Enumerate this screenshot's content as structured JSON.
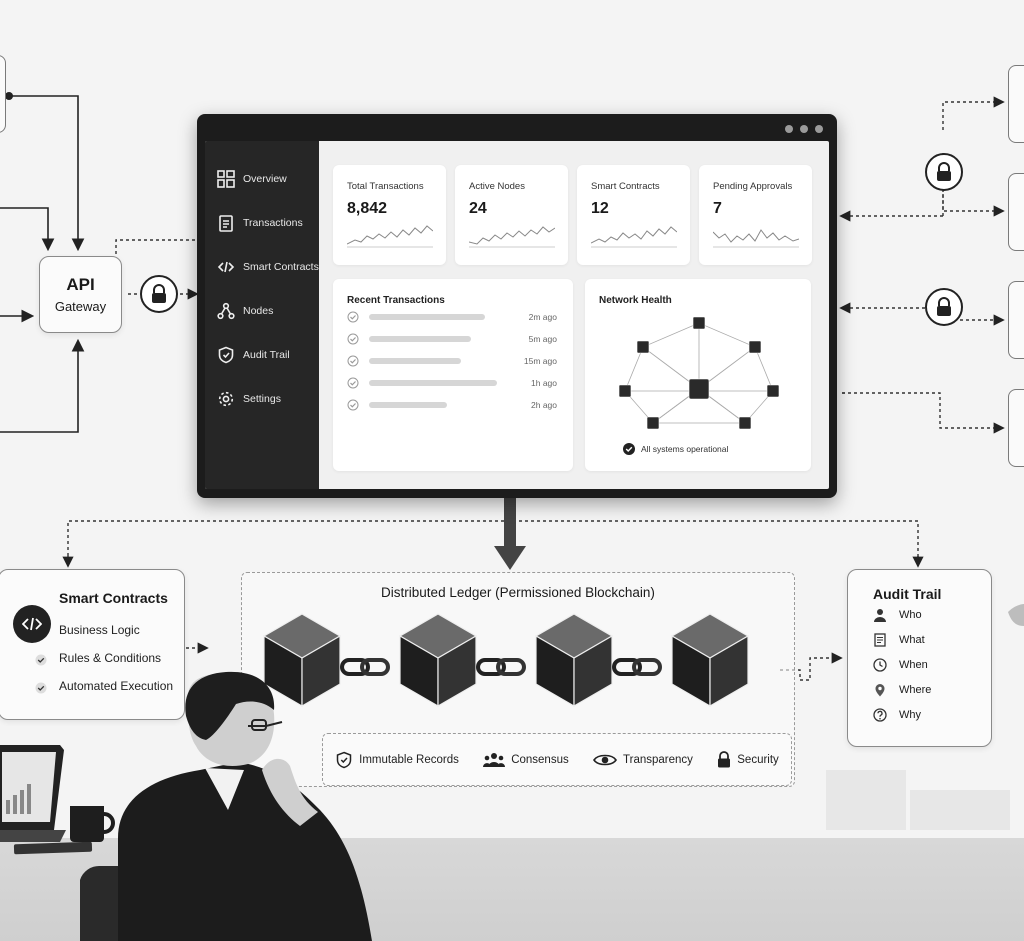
{
  "api_gateway": {
    "line1": "API",
    "line2": "Gateway"
  },
  "dashboard": {
    "sidebar": [
      {
        "label": "Overview",
        "icon": "grid-icon"
      },
      {
        "label": "Transactions",
        "icon": "clipboard-icon"
      },
      {
        "label": "Smart Contracts",
        "icon": "code-icon"
      },
      {
        "label": "Nodes",
        "icon": "nodes-icon"
      },
      {
        "label": "Audit Trail",
        "icon": "shield-icon"
      },
      {
        "label": "Settings",
        "icon": "gear-icon"
      }
    ],
    "stats": [
      {
        "label": "Total Transactions",
        "value": "8,842"
      },
      {
        "label": "Active Nodes",
        "value": "24"
      },
      {
        "label": "Smart Contracts",
        "value": "12"
      },
      {
        "label": "Pending Approvals",
        "value": "7"
      }
    ],
    "recent": {
      "title": "Recent Transactions",
      "rows": [
        {
          "time": "2m ago"
        },
        {
          "time": "5m ago"
        },
        {
          "time": "15m ago"
        },
        {
          "time": "1h ago"
        },
        {
          "time": "2h ago"
        }
      ]
    },
    "health": {
      "title": "Network Health",
      "status": "All systems operational"
    }
  },
  "smart_contracts": {
    "title": "Smart Contracts",
    "items": [
      "Business Logic",
      "Rules & Conditions",
      "Automated Execution"
    ]
  },
  "ledger": {
    "title": "Distributed Ledger (Permissioned Blockchain)",
    "features": [
      {
        "label": "Immutable Records",
        "icon": "shield-check-icon"
      },
      {
        "label": "Consensus",
        "icon": "people-icon"
      },
      {
        "label": "Transparency",
        "icon": "eye-icon"
      },
      {
        "label": "Security",
        "icon": "lock-icon"
      }
    ]
  },
  "audit_trail": {
    "title": "Audit Trail",
    "items": [
      {
        "label": "Who",
        "icon": "user-icon"
      },
      {
        "label": "What",
        "icon": "document-icon"
      },
      {
        "label": "When",
        "icon": "clock-icon"
      },
      {
        "label": "Where",
        "icon": "pin-icon"
      },
      {
        "label": "Why",
        "icon": "question-icon"
      }
    ]
  }
}
